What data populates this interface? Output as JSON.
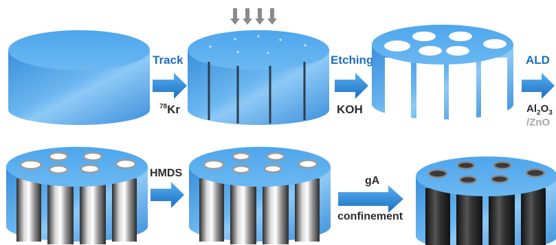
{
  "colors": {
    "membrane_top": "#5aaef0",
    "membrane_side": "#3f95dc",
    "membrane_side_light": "#8cc8f5",
    "arrow": "#1f7fd0",
    "label_blue": "#1a6fc0",
    "label_dark": "#2b2b2b",
    "label_grey": "#a6a6a6",
    "ion_arrow": "#8a8a8a"
  },
  "steps": [
    {
      "arrow_top": "Track",
      "arrow_bottom": "Kr",
      "arrow_bottom_sup": "78"
    },
    {
      "arrow_top": "Etching",
      "arrow_bottom": "KOH"
    },
    {
      "arrow_top": "ALD",
      "arrow_bottom_line1_a": "Al",
      "arrow_bottom_line1_sub": "2",
      "arrow_bottom_line1_b": "O",
      "arrow_bottom_line1_sub2": "3",
      "arrow_bottom_line2": "/ZnO"
    },
    {
      "arrow_top": "HMDS"
    },
    {
      "arrow_top": "gA",
      "arrow_bottom": "confinement"
    }
  ],
  "membranes": [
    {
      "stage": "pristine",
      "icon": "blank-membrane"
    },
    {
      "stage": "tracked",
      "icon": "ion-tracks-membrane"
    },
    {
      "stage": "etched",
      "icon": "open-pores-membrane"
    },
    {
      "stage": "ald-coated",
      "icon": "coated-pores-membrane"
    },
    {
      "stage": "hmds-treated",
      "icon": "hydrophobic-pores-membrane"
    },
    {
      "stage": "ga-confined",
      "icon": "filled-pores-membrane"
    }
  ]
}
